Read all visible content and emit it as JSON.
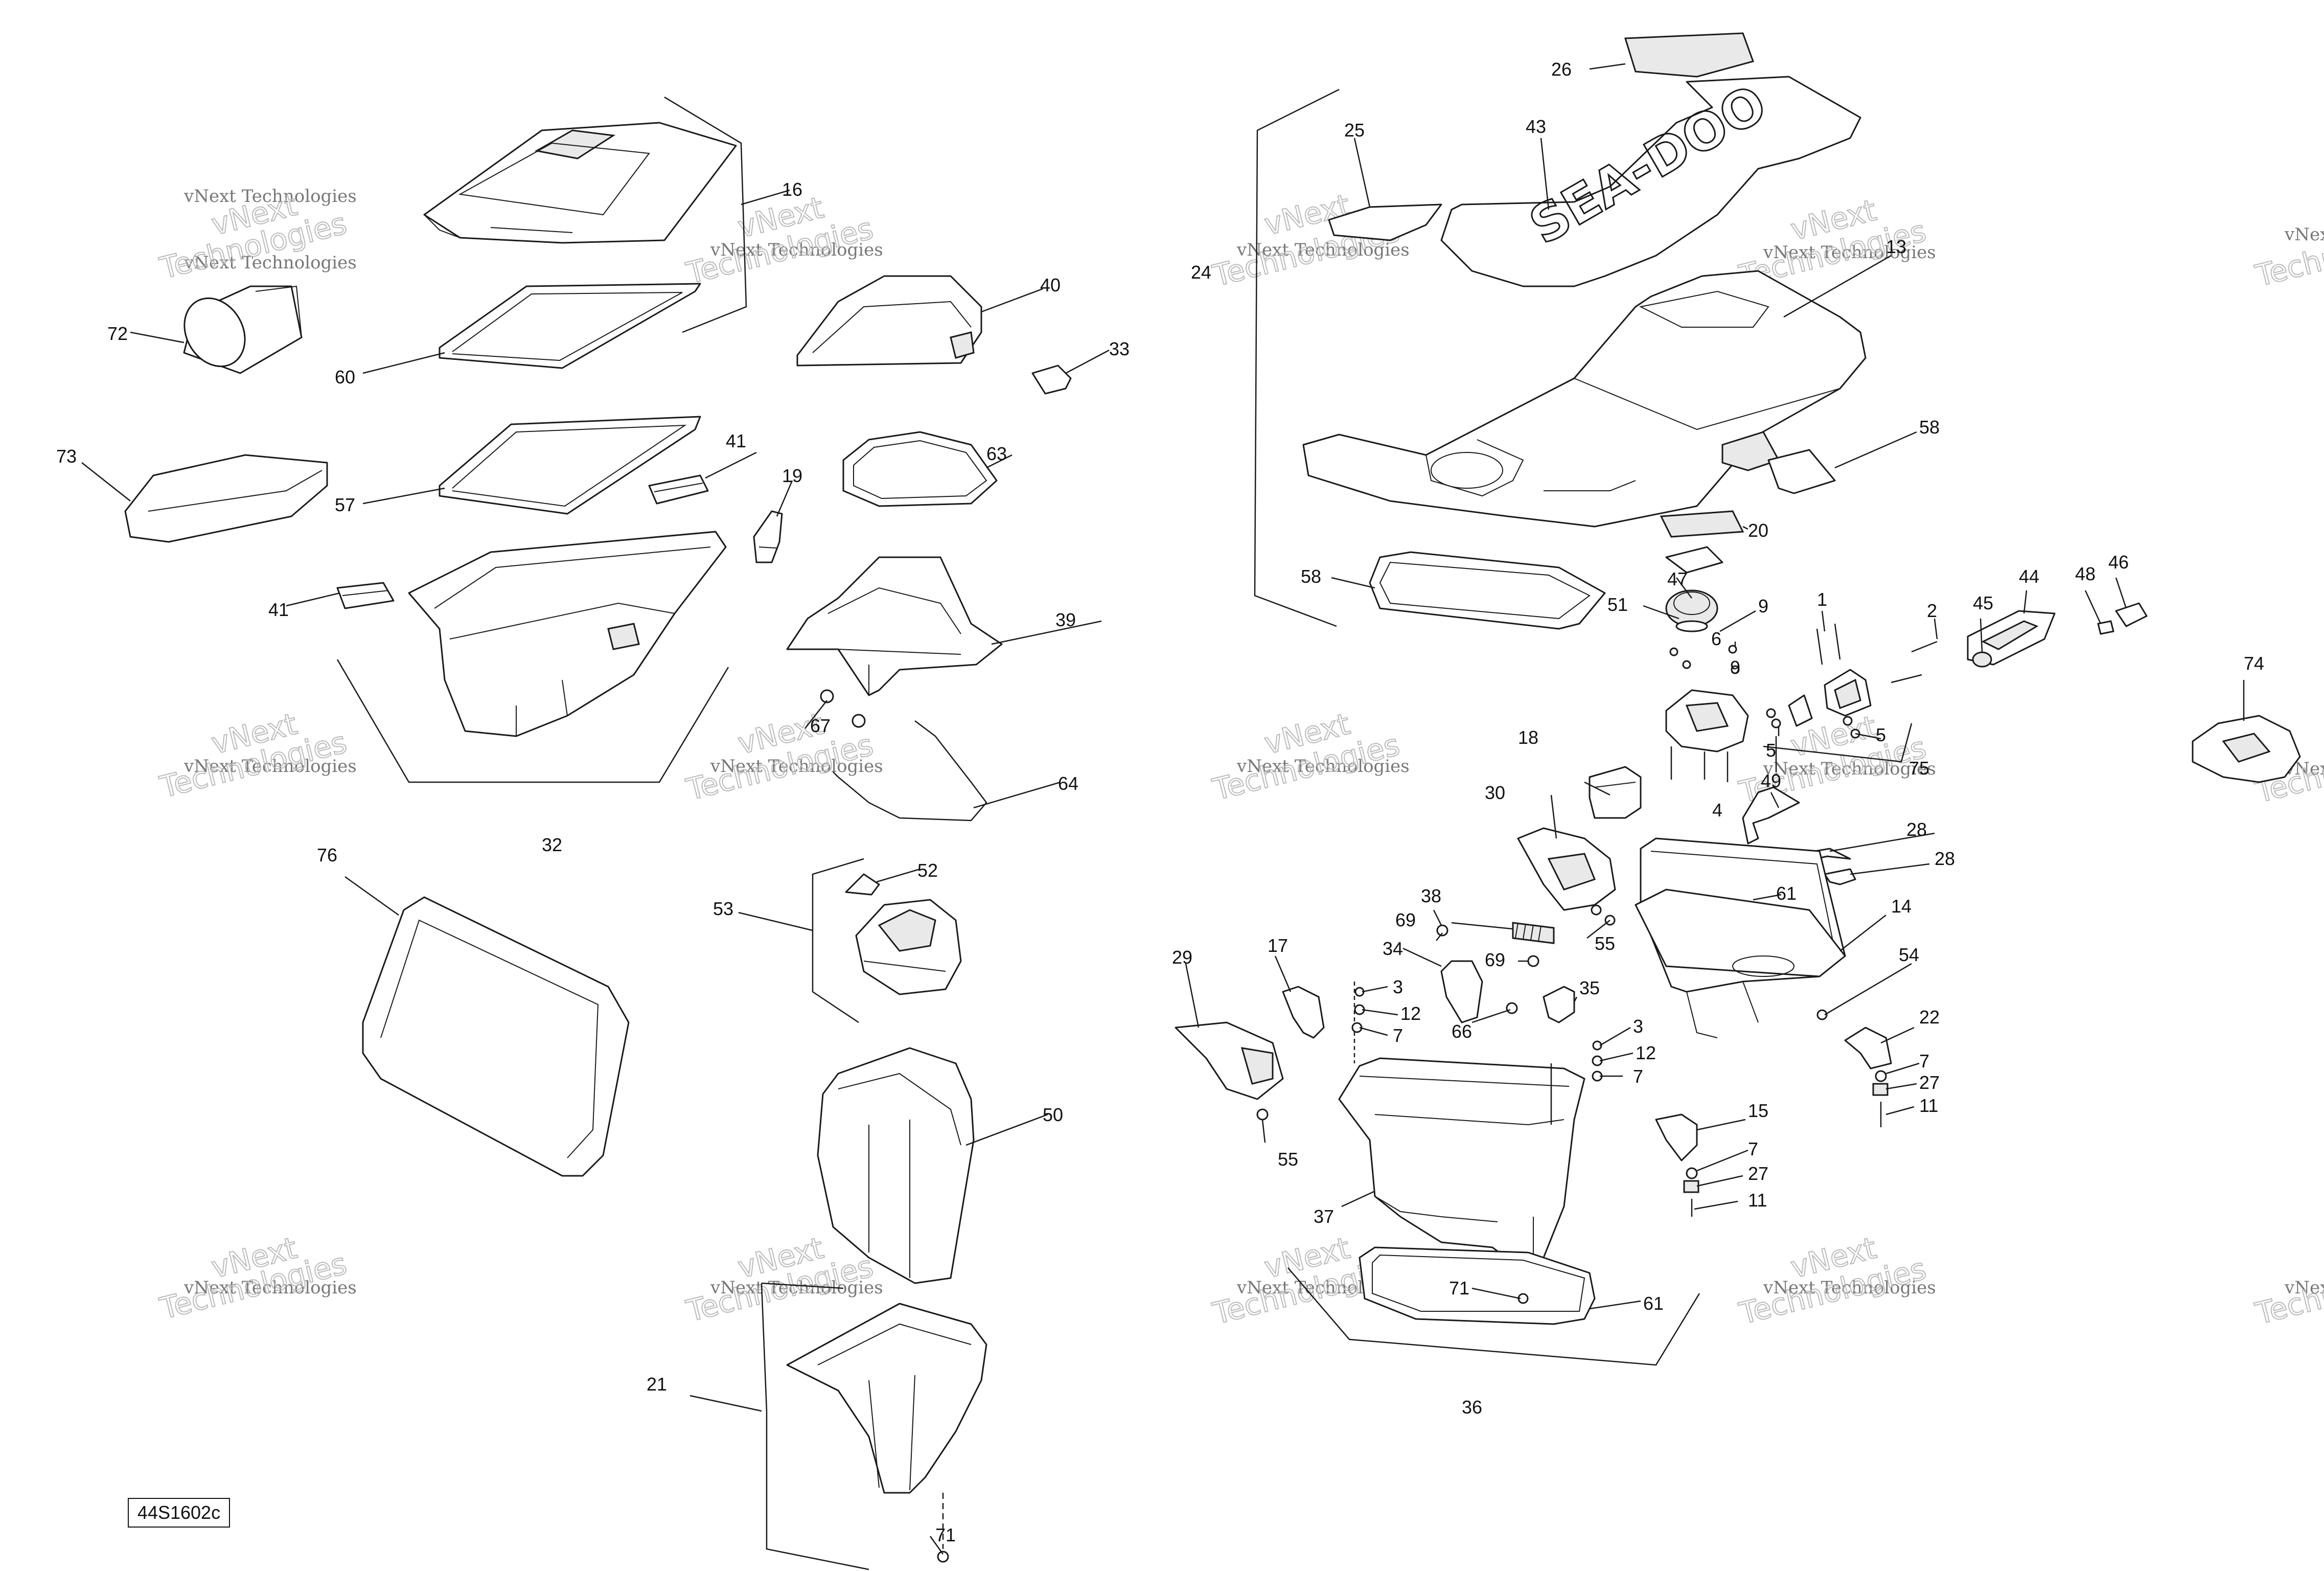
{
  "drawing_code": "44S1602c",
  "watermark": {
    "line1": "vNext Technologies",
    "line2_a": "vNext",
    "line2_b": "Technologies"
  },
  "callouts": {
    "c1": "1",
    "c2": "2",
    "c3": "3",
    "c4": "4",
    "c5": "5",
    "c6": "6",
    "c7": "7",
    "c9": "9",
    "c11": "11",
    "c12": "12",
    "c13": "13",
    "c14": "14",
    "c15": "15",
    "c16": "16",
    "c17": "17",
    "c18": "18",
    "c19": "19",
    "c20": "20",
    "c21": "21",
    "c22": "22",
    "c24": "24",
    "c25": "25",
    "c26": "26",
    "c27": "27",
    "c28": "28",
    "c29": "29",
    "c30": "30",
    "c32": "32",
    "c33": "33",
    "c34": "34",
    "c35": "35",
    "c36": "36",
    "c37": "37",
    "c38": "38",
    "c39": "39",
    "c40": "40",
    "c41": "41",
    "c43": "43",
    "c44": "44",
    "c45": "45",
    "c46": "46",
    "c47": "47",
    "c48": "48",
    "c49": "49",
    "c50": "50",
    "c51": "51",
    "c52": "52",
    "c53": "53",
    "c54": "54",
    "c55": "55",
    "c57": "57",
    "c58": "58",
    "c60": "60",
    "c61": "61",
    "c63": "63",
    "c64": "64",
    "c66": "66",
    "c67": "67",
    "c69": "69",
    "c71": "71",
    "c72": "72",
    "c73": "73",
    "c74": "74",
    "c75": "75",
    "c76": "76"
  },
  "brand_mark": "SEA-DOO"
}
